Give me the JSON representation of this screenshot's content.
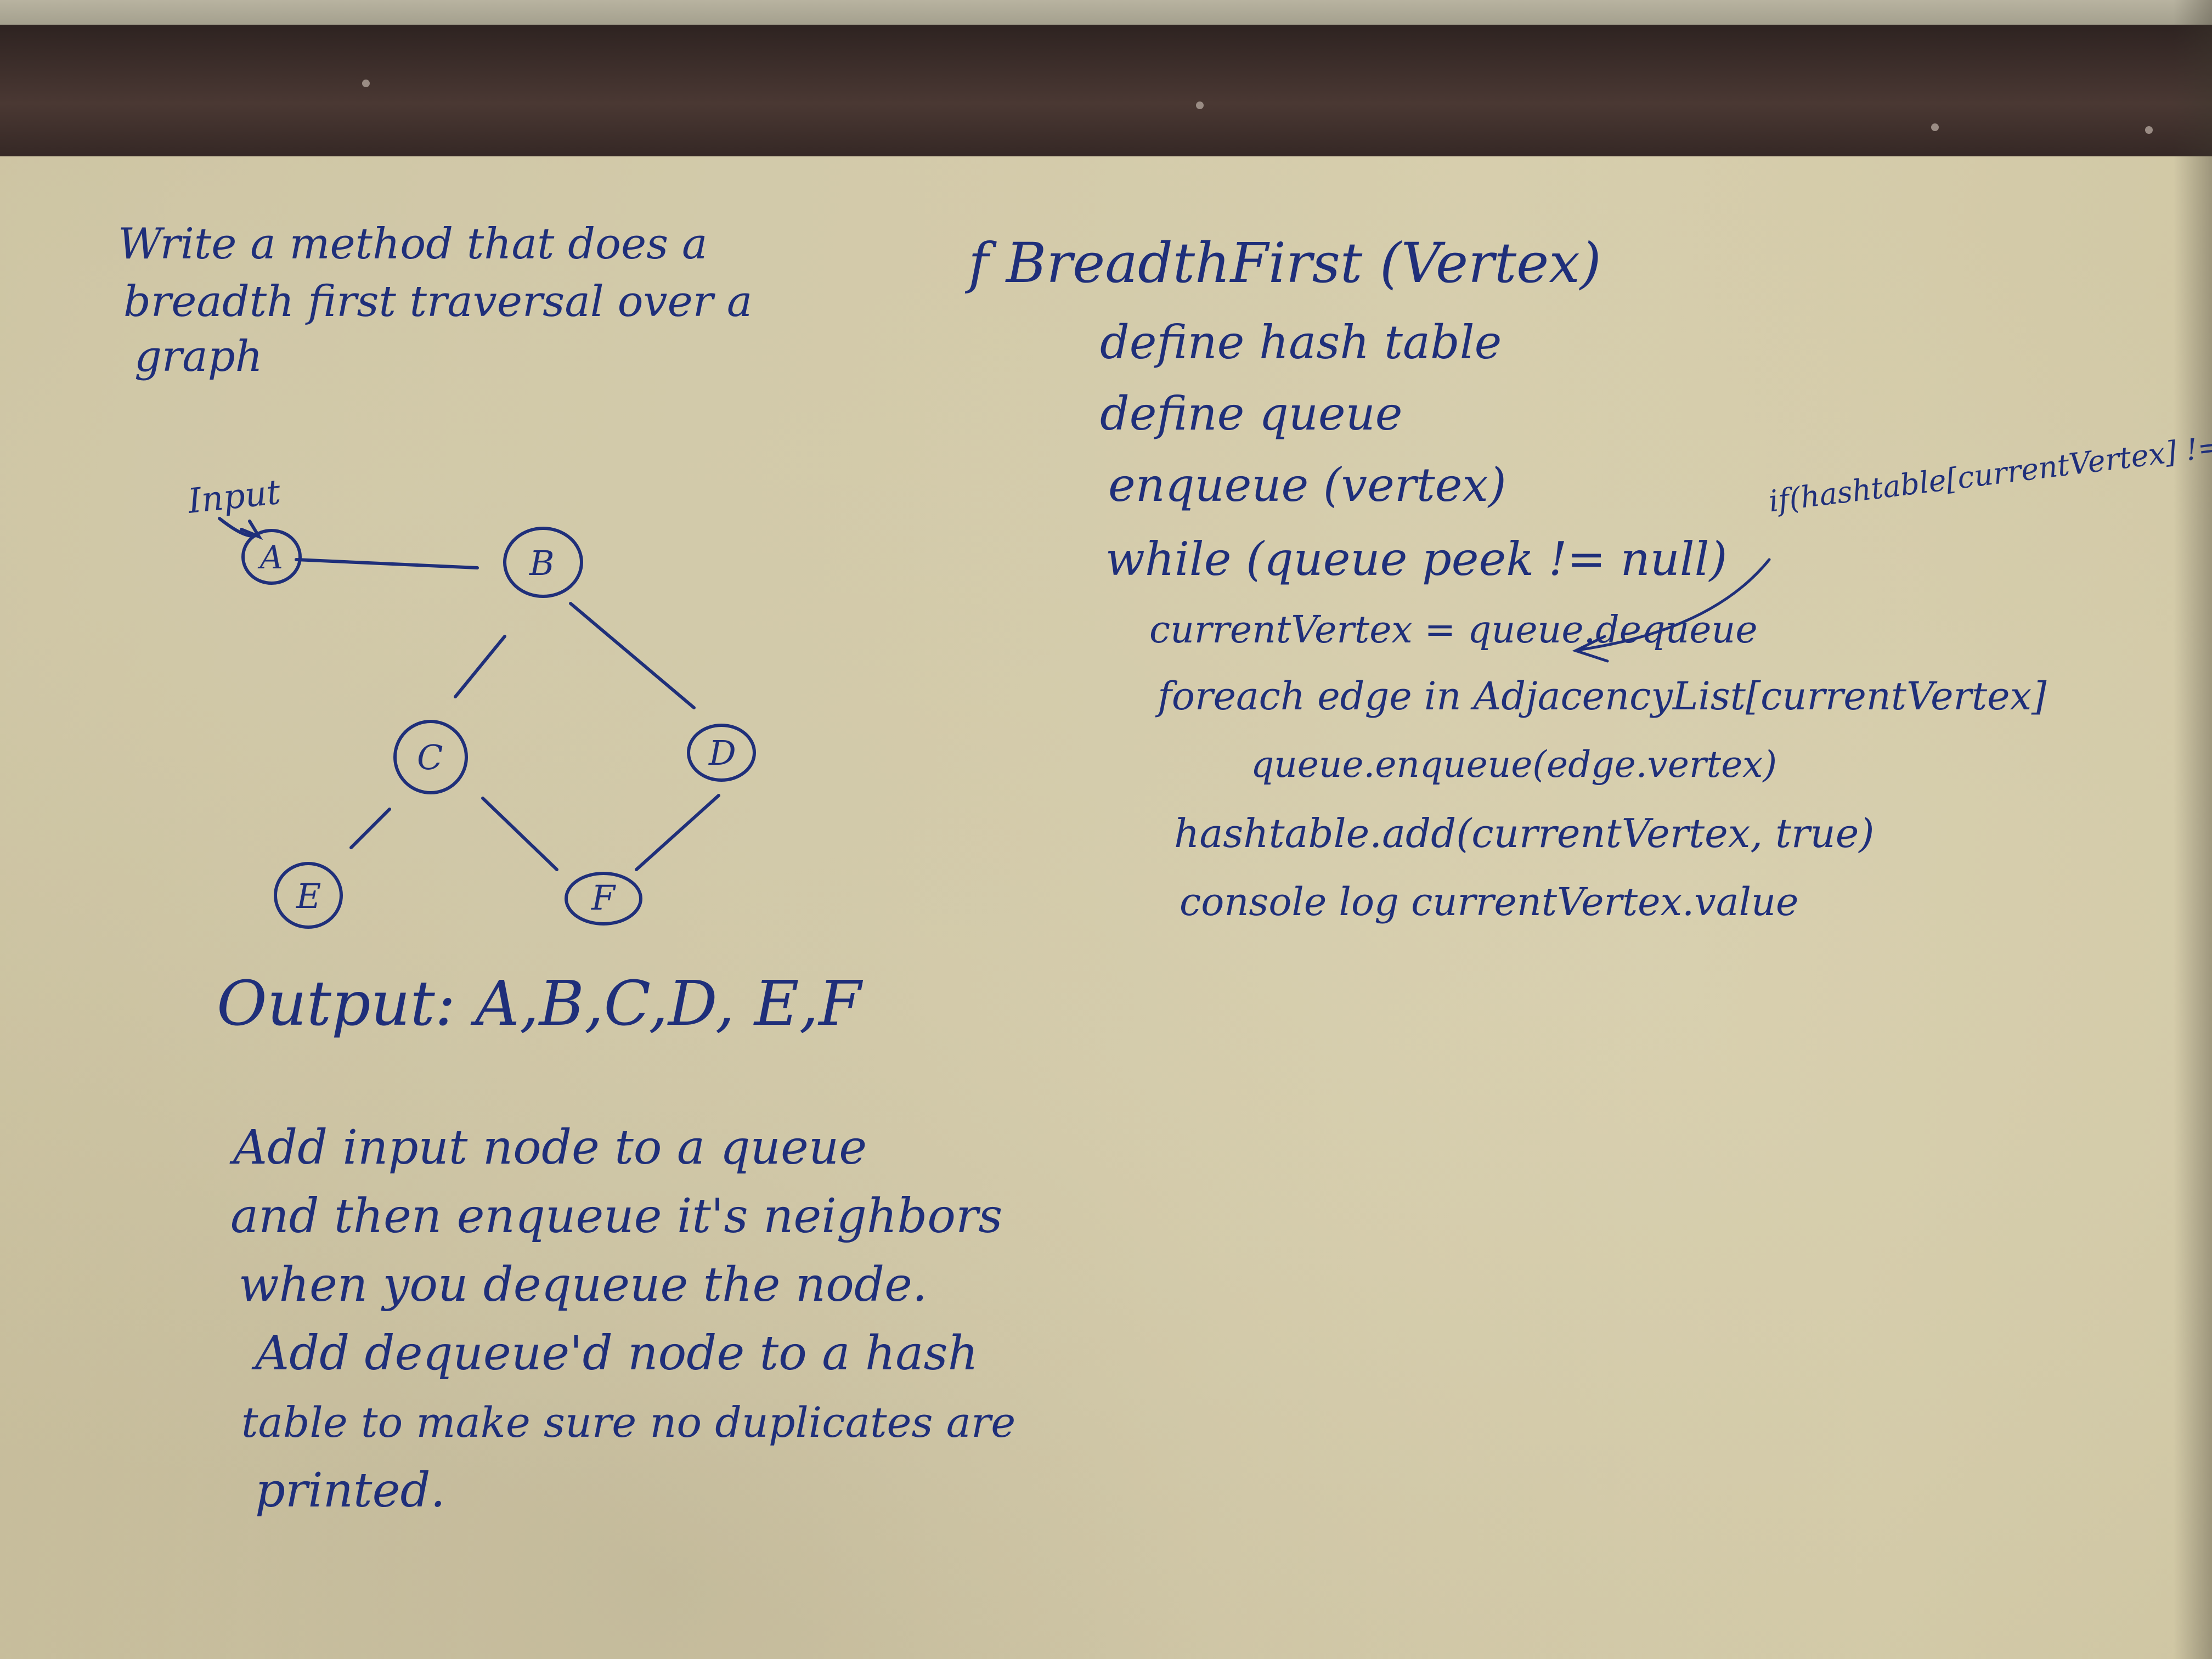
{
  "prompt": {
    "line1": "Write a method that does a",
    "line2": "breadth first traversal over a",
    "line3": "graph"
  },
  "graph": {
    "input_label": "Input",
    "nodes": [
      "A",
      "B",
      "C",
      "D",
      "E",
      "F"
    ],
    "edges": [
      [
        "A",
        "B"
      ],
      [
        "B",
        "C"
      ],
      [
        "B",
        "D"
      ],
      [
        "C",
        "E"
      ],
      [
        "C",
        "F"
      ],
      [
        "D",
        "F"
      ]
    ]
  },
  "output": "Output: A,B,C,D, E,F",
  "code": {
    "signature": "f   BreadthFirst (Vertex)",
    "lines": [
      "define hash table",
      "define queue",
      "enqueue (vertex)",
      "while (queue peek != null)",
      "currentVertex = queue.dequeue",
      "foreach edge in AdjacencyList[currentVertex]",
      "queue.enqueue(edge.vertex)",
      "hashtable.add(currentVertex, true)",
      "console log currentVertex.value"
    ],
    "side_note": "if(hashtable[currentVertex] != null)"
  },
  "notes": {
    "line1": "Add input node to a queue",
    "line2": "and then enqueue it's neighbors",
    "line3": "when you dequeue the node.",
    "line4": "Add dequeue'd node to a hash",
    "line5": "table to make sure no duplicates are",
    "line6": "printed."
  },
  "colors": {
    "ink": "#1f2f7a",
    "board": "#d3caa9",
    "rail": "#3e2f2b"
  }
}
